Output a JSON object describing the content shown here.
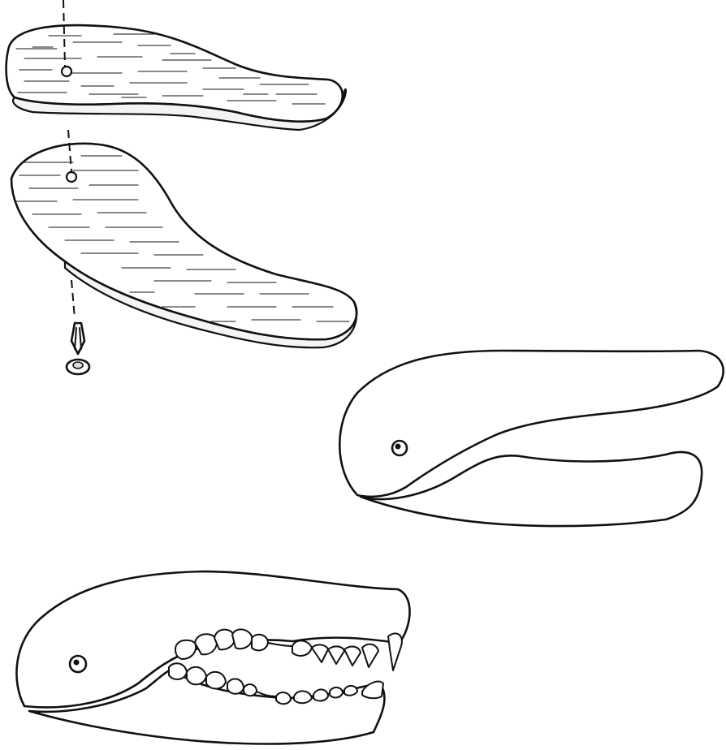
{
  "figure": {
    "panels": [
      "exploded-assembly",
      "assembled-jaw",
      "jaw-with-teeth"
    ],
    "parts": [
      "top-board",
      "bottom-board",
      "pivot-fastener",
      "upper-jaw",
      "lower-jaw",
      "teeth"
    ],
    "colors": {
      "ink": "#111111",
      "paper": "#ffffff",
      "board-edge": "#f4f4f4"
    }
  }
}
